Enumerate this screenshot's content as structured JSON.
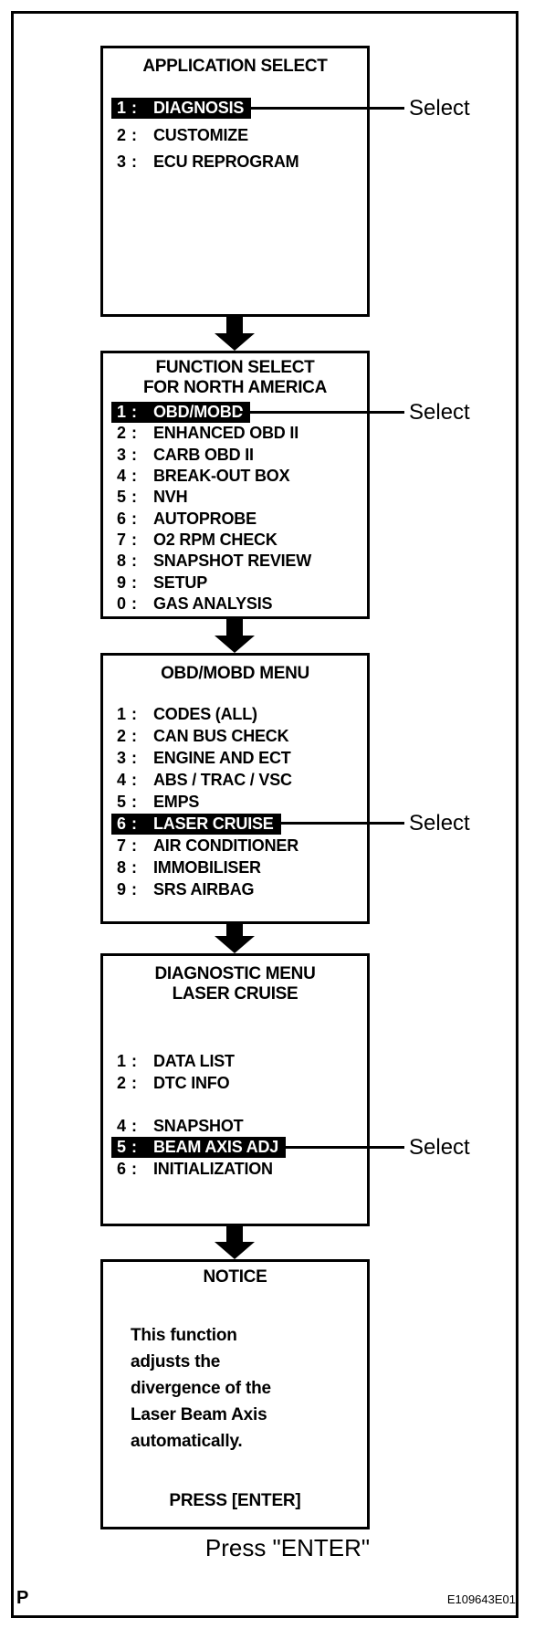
{
  "figure": {
    "page_marker": "P",
    "figure_id": "E109643E01",
    "caption": "Press \"ENTER\""
  },
  "labels": {
    "select": "Select",
    "colon": ":"
  },
  "screens": [
    {
      "title_lines": [
        "APPLICATION SELECT"
      ],
      "items": [
        {
          "num": "1",
          "label": "DIAGNOSIS",
          "highlighted": true
        },
        {
          "num": "2",
          "label": "CUSTOMIZE"
        },
        {
          "num": "3",
          "label": "ECU REPROGRAM"
        }
      ]
    },
    {
      "title_lines": [
        "FUNCTION SELECT",
        "FOR NORTH AMERICA"
      ],
      "items": [
        {
          "num": "1",
          "label": "OBD/MOBD",
          "highlighted": true
        },
        {
          "num": "2",
          "label": "ENHANCED OBD II"
        },
        {
          "num": "3",
          "label": "CARB OBD II"
        },
        {
          "num": "4",
          "label": "BREAK-OUT BOX"
        },
        {
          "num": "5",
          "label": "NVH"
        },
        {
          "num": "6",
          "label": "AUTOPROBE"
        },
        {
          "num": "7",
          "label": "O2 RPM CHECK"
        },
        {
          "num": "8",
          "label": "SNAPSHOT REVIEW"
        },
        {
          "num": "9",
          "label": "SETUP"
        },
        {
          "num": "0",
          "label": "GAS ANALYSIS"
        }
      ]
    },
    {
      "title_lines": [
        "OBD/MOBD MENU"
      ],
      "items": [
        {
          "num": "1",
          "label": "CODES (ALL)"
        },
        {
          "num": "2",
          "label": "CAN BUS CHECK"
        },
        {
          "num": "3",
          "label": "ENGINE AND ECT"
        },
        {
          "num": "4",
          "label": "ABS / TRAC / VSC"
        },
        {
          "num": "5",
          "label": "EMPS"
        },
        {
          "num": "6",
          "label": "LASER CRUISE",
          "highlighted": true
        },
        {
          "num": "7",
          "label": "AIR CONDITIONER"
        },
        {
          "num": "8",
          "label": "IMMOBILISER"
        },
        {
          "num": "9",
          "label": "SRS AIRBAG"
        }
      ]
    },
    {
      "title_lines": [
        "DIAGNOSTIC MENU",
        "LASER CRUISE"
      ],
      "items": [
        {
          "num": "1",
          "label": "DATA LIST"
        },
        {
          "num": "2",
          "label": "DTC INFO"
        },
        {
          "spacer": true
        },
        {
          "num": "4",
          "label": "SNAPSHOT"
        },
        {
          "num": "5",
          "label": "BEAM AXIS ADJ",
          "highlighted": true
        },
        {
          "num": "6",
          "label": "INITIALIZATION"
        }
      ]
    },
    {
      "title_lines": [
        "NOTICE"
      ],
      "body_lines": [
        "This function",
        "adjusts the",
        "divergence of the",
        "Laser Beam Axis",
        "automatically."
      ],
      "footer": "PRESS [ENTER]"
    }
  ]
}
